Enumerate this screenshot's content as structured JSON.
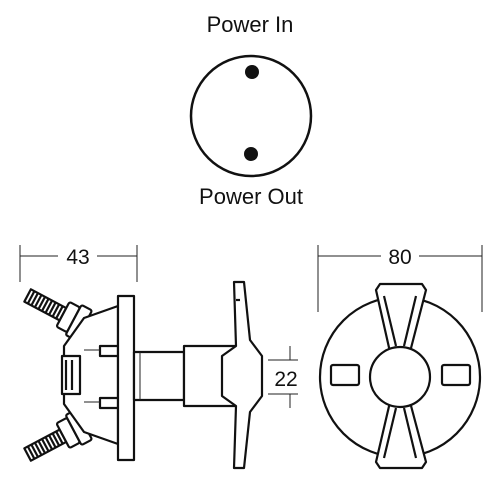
{
  "schematic": {
    "power_in_label": "Power In",
    "power_out_label": "Power Out"
  },
  "dimensions": {
    "depth": "43",
    "shaft": "22",
    "diameter": "80"
  }
}
